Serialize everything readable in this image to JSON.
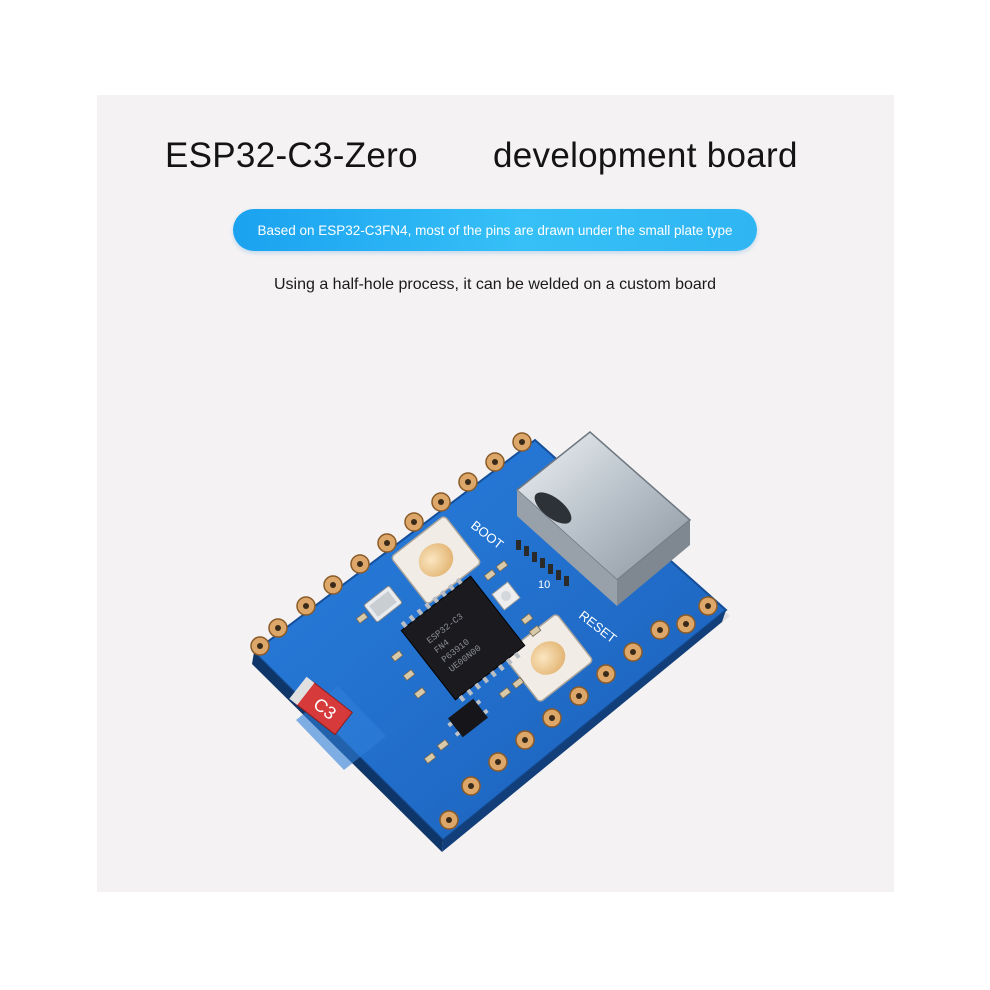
{
  "title": {
    "part1": "ESP32-C3-Zero",
    "part2": "development board"
  },
  "banner": {
    "text": "Based on ESP32-C3FN4, most of the pins are drawn under the small plate type"
  },
  "subtitle": "Using a half-hole process, it can be welded on a custom board",
  "board_labels": {
    "boot": "BOOT",
    "reset": "RESET",
    "pin": "10",
    "antenna": "C3",
    "chip": [
      "ESP32-C3",
      "FN4",
      "P63910",
      "UE00N00"
    ]
  },
  "colors": {
    "background": "#f4f2f3",
    "banner": "#29b0f4",
    "pcb": "#1f6fd0",
    "pad": "#d9a56a",
    "button": "#f3d3a0",
    "chip": "#1b1b1f",
    "usb": "#c8cfd6"
  }
}
